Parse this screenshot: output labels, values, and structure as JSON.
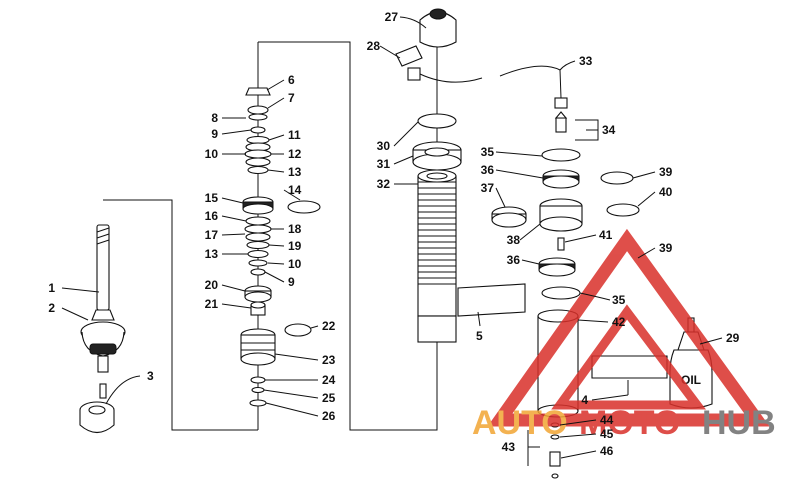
{
  "diagram": {
    "callouts": [
      "1",
      "2",
      "3",
      "4",
      "5",
      "6",
      "7",
      "8",
      "9",
      "10",
      "11",
      "12",
      "13",
      "14",
      "15",
      "16",
      "17",
      "13",
      "18",
      "19",
      "10",
      "9",
      "20",
      "21",
      "22",
      "23",
      "24",
      "25",
      "26",
      "27",
      "28",
      "29",
      "30",
      "31",
      "32",
      "33",
      "34",
      "35",
      "36",
      "37",
      "38",
      "39",
      "40",
      "41",
      "36",
      "39",
      "35",
      "42",
      "43",
      "44",
      "45",
      "46"
    ],
    "oil_label": "OIL"
  },
  "watermark": {
    "word_a": "AUTO",
    "word_b": "MOTO",
    "word_c": "HUB",
    "colors": {
      "red": "#d9302a",
      "orange": "#f2a533",
      "gray": "#6d6d6d"
    }
  }
}
